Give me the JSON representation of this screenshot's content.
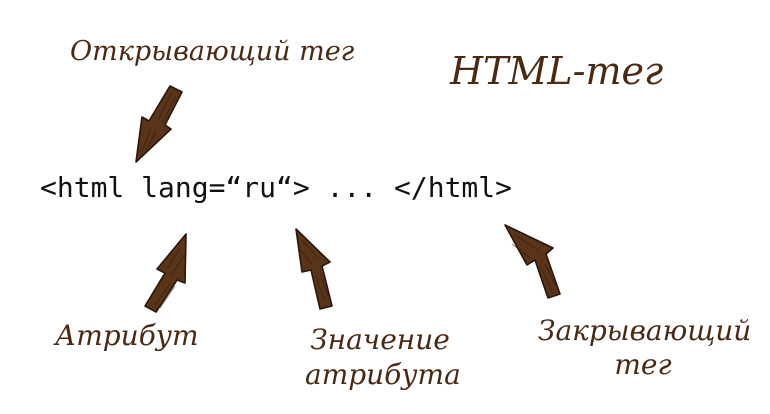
{
  "title": "HTML-тег",
  "code_line": "<html lang=“ru“> ... </html>",
  "labels": {
    "opening_tag": "Открывающий тег",
    "attribute": "Атрибут",
    "attribute_value": [
      "Значение",
      "атрибута"
    ],
    "closing_tag": [
      "Закрывающий",
      "тег"
    ]
  },
  "colors": {
    "label_text": "#4a2a14",
    "arrow_fill": "#5a3419",
    "arrow_outline": "#2a160a",
    "code_text": "#111111"
  }
}
